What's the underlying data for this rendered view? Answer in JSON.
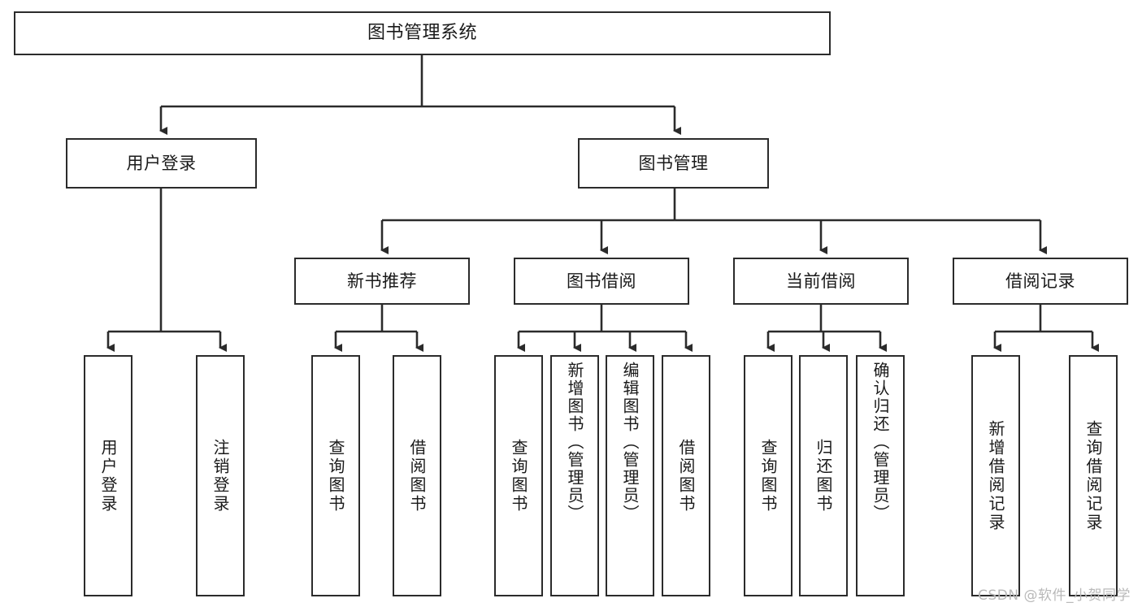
{
  "diagram": {
    "title": "图书管理系统",
    "type": "tree-hierarchy-chart",
    "root": {
      "label": "图书管理系统"
    },
    "level1": [
      {
        "label": "用户登录"
      },
      {
        "label": "图书管理"
      }
    ],
    "level2": [
      {
        "label": "新书推荐"
      },
      {
        "label": "图书借阅"
      },
      {
        "label": "当前借阅"
      },
      {
        "label": "借阅记录"
      }
    ],
    "leaves": {
      "user_login": [
        {
          "label": "用户登录"
        },
        {
          "label": "注销登录"
        }
      ],
      "new_book_recommend": [
        {
          "label": "查询图书"
        },
        {
          "label": "借阅图书"
        }
      ],
      "book_borrow": [
        {
          "label": "查询图书"
        },
        {
          "label": "新增图书（管理员）"
        },
        {
          "label": "编辑图书（管理员）"
        },
        {
          "label": "借阅图书"
        }
      ],
      "current_borrow": [
        {
          "label": "查询图书"
        },
        {
          "label": "归还图书"
        },
        {
          "label": "确认归还（管理员）"
        }
      ],
      "borrow_record": [
        {
          "label": "新增借阅记录"
        },
        {
          "label": "查询借阅记录"
        }
      ]
    }
  },
  "watermark": {
    "text": "CSDN @软件_小贺同学"
  },
  "colors": {
    "stroke": "#2b2b2b",
    "fill": "#ffffff",
    "text": "#1a1a1a",
    "watermark": "#b9b9b9"
  }
}
